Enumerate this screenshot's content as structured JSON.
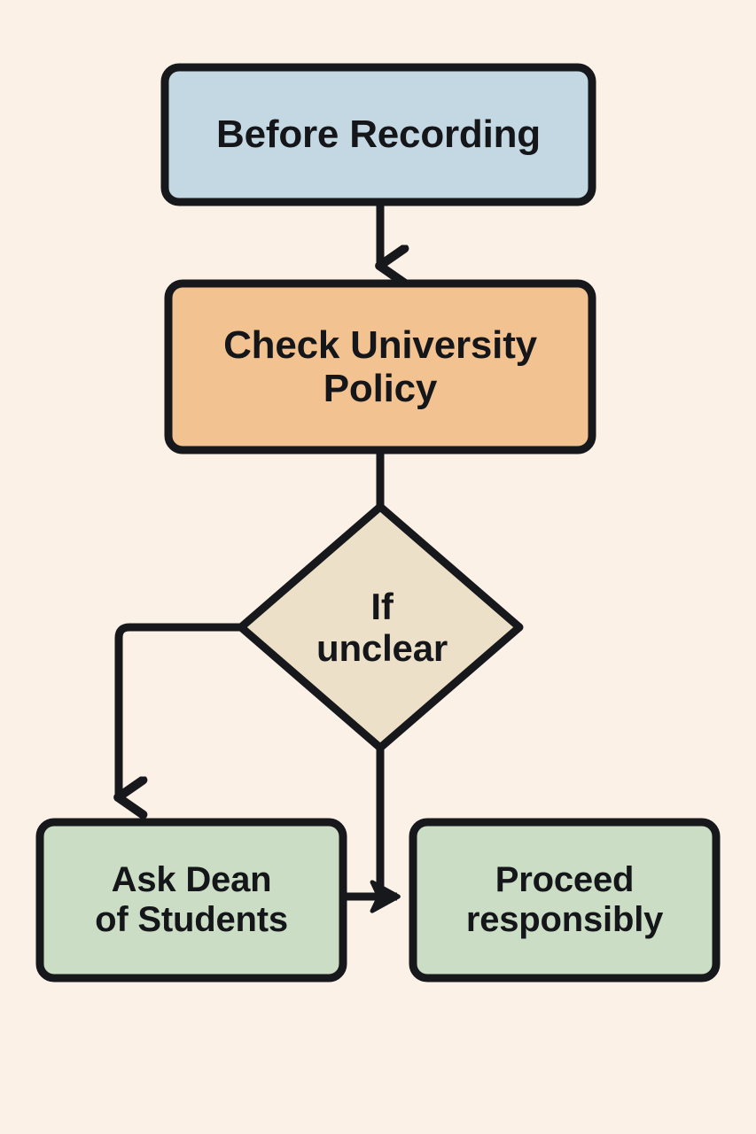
{
  "diagram": {
    "title": "Before Recording",
    "type": "flowchart",
    "orientation": "top-to-bottom",
    "background_color": "#fbf1e7",
    "stroke_color": "#16181c",
    "text_color": "#14161a",
    "nodes": [
      {
        "id": "before-recording",
        "label": "Before Recording",
        "shape": "rounded-rectangle",
        "fill": "#c3d8e3"
      },
      {
        "id": "check-policy",
        "label": "Check University\nPolicy",
        "shape": "rounded-rectangle",
        "fill": "#f2c291"
      },
      {
        "id": "if-unclear",
        "label": "If\nunclear",
        "shape": "diamond",
        "fill": "#ece0c8"
      },
      {
        "id": "ask-dean",
        "label": "Ask Dean\nof Students",
        "shape": "rounded-rectangle",
        "fill": "#cbdec5"
      },
      {
        "id": "proceed",
        "label": "Proceed\nresponsibly",
        "shape": "rounded-rectangle",
        "fill": "#cbdec5"
      }
    ],
    "edges": [
      {
        "id": "e1",
        "from": "before-recording",
        "to": "check-policy",
        "label": "",
        "arrowhead": true
      },
      {
        "id": "e2",
        "from": "check-policy",
        "to": "if-unclear",
        "label": "",
        "arrowhead": false
      },
      {
        "id": "e3",
        "from": "if-unclear",
        "to": "ask-dean",
        "label": "",
        "arrowhead": true
      },
      {
        "id": "e4",
        "from": "if-unclear",
        "to": "proceed",
        "label": "",
        "arrowhead": true
      },
      {
        "id": "e5",
        "from": "ask-dean",
        "to": "proceed",
        "label": "",
        "arrowhead": true
      }
    ]
  }
}
